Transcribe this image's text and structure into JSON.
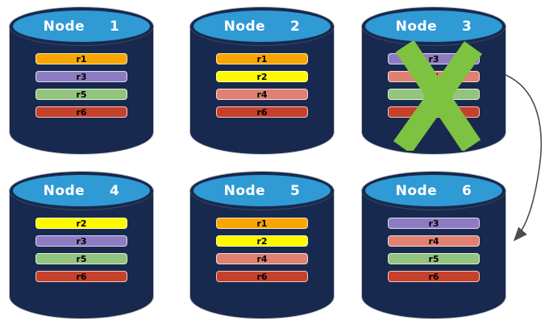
{
  "diagram": {
    "description": "Six-node replicated database cluster; failed node with failover arrow",
    "colors": {
      "cylinder_body": "#17294E",
      "cylinder_top": "#2F9AD4",
      "failure_x": "#7EC242",
      "arrow": "#4D4D4D"
    },
    "replica_colors": {
      "r1": "#F9A602",
      "r2": "#FEF900",
      "r3": "#8E7CC3",
      "r4": "#DF8172",
      "r5": "#93C47D",
      "r6": "#C7402B"
    },
    "nodes": [
      {
        "name": "Node  1",
        "replicas": [
          "r1",
          "r3",
          "r5",
          "r6"
        ],
        "failed": false
      },
      {
        "name": "Node  2",
        "replicas": [
          "r1",
          "r2",
          "r4",
          "r6"
        ],
        "failed": false
      },
      {
        "name": "Node  3",
        "replicas": [
          "r3",
          "r4",
          "r5",
          "r6"
        ],
        "failed": true
      },
      {
        "name": "Node  4",
        "replicas": [
          "r2",
          "r3",
          "r5",
          "r6"
        ],
        "failed": false
      },
      {
        "name": "Node  5",
        "replicas": [
          "r1",
          "r2",
          "r4",
          "r6"
        ],
        "failed": false
      },
      {
        "name": "Node  6",
        "replicas": [
          "r3",
          "r4",
          "r5",
          "r6"
        ],
        "failed": false
      }
    ],
    "arrow": {
      "from": "Node 3",
      "to": "Node 6"
    }
  }
}
